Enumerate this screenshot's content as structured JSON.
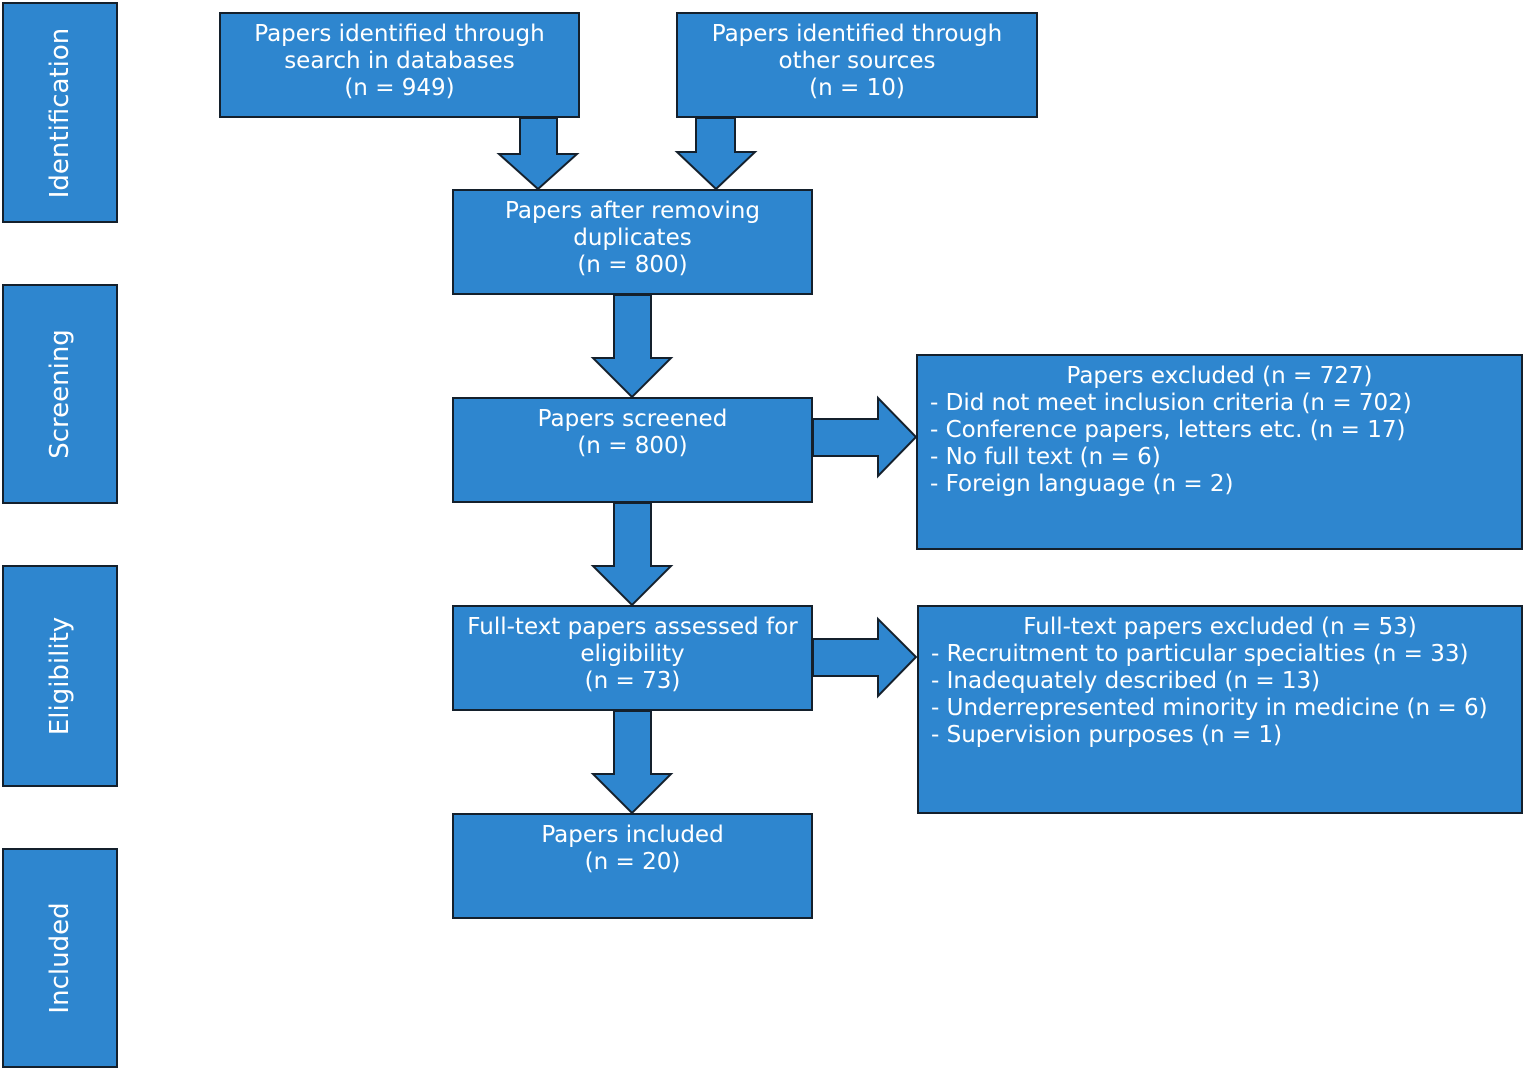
{
  "stages": {
    "identification": "Identification",
    "screening": "Screening",
    "eligibility": "Eligibility",
    "included": "Included"
  },
  "db_search": {
    "line1": "Papers identified through",
    "line2": "search in databases",
    "line3": "(n = 949)"
  },
  "other_sources": {
    "line1": "Papers identified through",
    "line2": "other sources",
    "line3": "(n = 10)"
  },
  "deduplicated": {
    "line1": "Papers after removing",
    "line2": "duplicates",
    "line3": "(n = 800)"
  },
  "screened": {
    "line1": "Papers screened",
    "line2": "(n = 800)"
  },
  "excluded": {
    "title": "Papers excluded (n = 727)",
    "items": [
      "- Did not meet inclusion criteria (n = 702)",
      "- Conference papers, letters etc. (n = 17)",
      "- No full text (n = 6)",
      "- Foreign language (n = 2)"
    ]
  },
  "fulltext": {
    "line1": "Full-text papers assessed for",
    "line2": "eligibility",
    "line3": "(n = 73)"
  },
  "fulltext_excluded": {
    "title": "Full-text papers excluded (n = 53)",
    "items": [
      "- Recruitment to particular specialties (n = 33)",
      "- Inadequately described (n = 13)",
      "- Underrepresented minority in medicine (n = 6)",
      "- Supervision purposes (n = 1)"
    ]
  },
  "included": {
    "line1": "Papers included",
    "line2": "(n = 20)"
  },
  "colors": {
    "box_fill": "#2e86cf",
    "border": "#14202c",
    "text": "#ffffff"
  }
}
